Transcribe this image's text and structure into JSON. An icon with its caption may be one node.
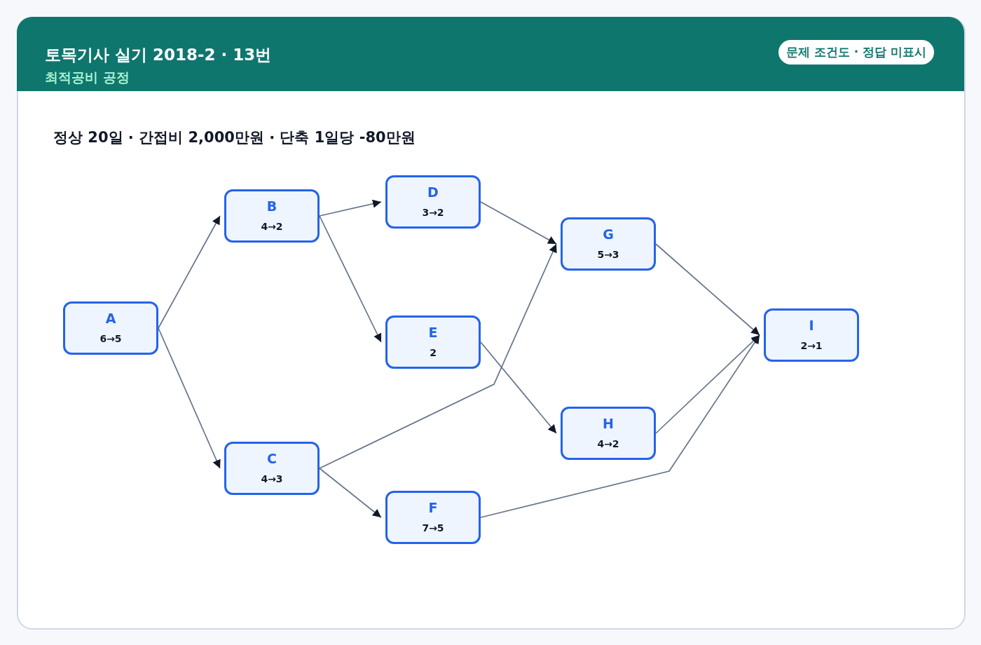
{
  "diagram": {
    "title": "토목기사 실기 2018-2 · 13번",
    "nodes": [
      {
        "text": [
          "A",
          "6→5"
        ]
      },
      {
        "text": [
          "B",
          "4→2"
        ]
      },
      {
        "text": [
          "C",
          "4→3"
        ]
      },
      {
        "text": [
          "D",
          "3→2"
        ]
      },
      {
        "text": [
          "E",
          "2"
        ]
      },
      {
        "text": [
          "F",
          "7→5"
        ]
      },
      {
        "text": [
          "G",
          "5→3"
        ]
      },
      {
        "text": [
          "H",
          "4→2"
        ]
      },
      {
        "text": [
          "I",
          "2→1"
        ]
      }
    ],
    "edges": [
      {
        "from": 0,
        "to": 1,
        "arrow": "to"
      },
      {
        "from": 0,
        "to": 2,
        "arrow": "to"
      },
      {
        "from": 1,
        "to": 3,
        "arrow": "to"
      },
      {
        "from": 1,
        "to": 4,
        "arrow": "to"
      },
      {
        "from": 2,
        "to": 5,
        "arrow": "to"
      },
      {
        "from": 2,
        "to": 6,
        "arrow": "to"
      },
      {
        "from": 3,
        "to": 6,
        "arrow": "to"
      },
      {
        "from": 4,
        "to": 7,
        "arrow": "to"
      },
      {
        "from": 5,
        "to": 8,
        "arrow": "to"
      },
      {
        "from": 6,
        "to": 8,
        "arrow": "to"
      },
      {
        "from": 7,
        "to": 8,
        "arrow": "to"
      }
    ],
    "labels": [
      "최적공비 공정",
      "문제 조건도 · 정답 미표시",
      "정상 20일 · 간접비 2,000만원 · 단축 1일당 -80만원"
    ]
  }
}
